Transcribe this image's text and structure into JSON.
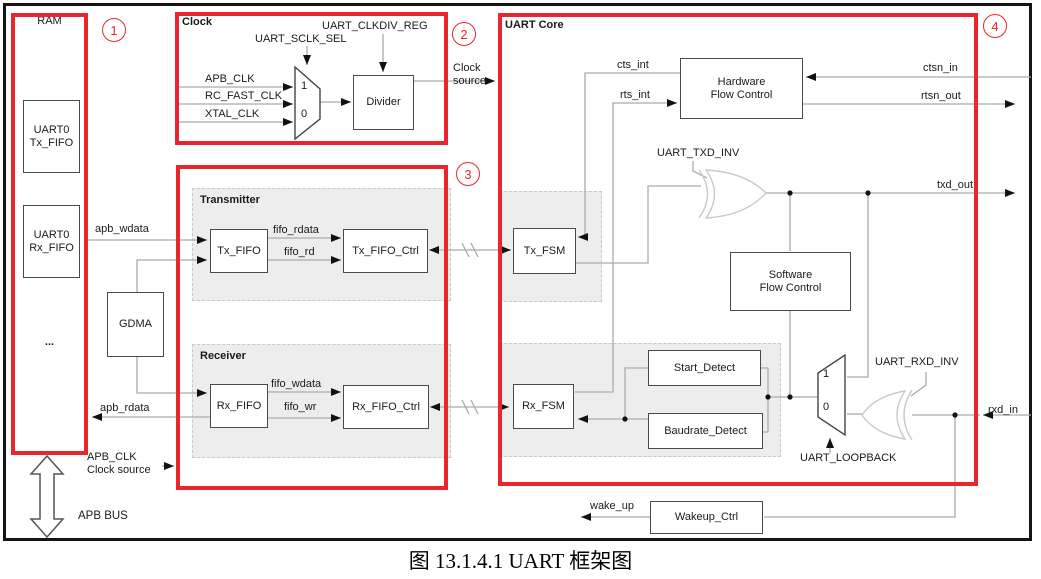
{
  "caption": "图 13.1.4.1 UART 框架图",
  "markers": {
    "m1": "1",
    "m2": "2",
    "m3": "3",
    "m4": "4"
  },
  "colors": {
    "frame_red": "#e8262c",
    "wire": "#ababab",
    "region": "#ededed",
    "ink": "#1a1a1a"
  },
  "ram": {
    "title": "RAM",
    "fifo_tx": {
      "l1": "UART0",
      "l2": "Tx_FIFO"
    },
    "fifo_rx": {
      "l1": "UART0",
      "l2": "Rx_FIFO"
    },
    "ellipsis": "...",
    "bus_label": "APB BUS"
  },
  "clock": {
    "title": "Clock",
    "clkdiv_reg": "UART_CLKDIV_REG",
    "sclk_sel": "UART_SCLK_SEL",
    "inputs": [
      "APB_CLK",
      "RC_FAST_CLK",
      "XTAL_CLK"
    ],
    "mux": {
      "one": "1",
      "zero": "0"
    },
    "divider": "Divider",
    "output": {
      "l1": "Clock",
      "l2": "source"
    }
  },
  "bus": {
    "apb_wdata": "apb_wdata",
    "apb_rdata": "apb_rdata",
    "apb_clk": {
      "l1": "APB_CLK",
      "l2": "Clock source"
    }
  },
  "gdma": "GDMA",
  "transmitter": {
    "title": "Transmitter",
    "tx_fifo": "Tx_FIFO",
    "fifo_rdata": "fifo_rdata",
    "fifo_rd": "fifo_rd",
    "tx_fifo_ctrl": "Tx_FIFO_Ctrl"
  },
  "receiver": {
    "title": "Receiver",
    "rx_fifo": "Rx_FIFO",
    "fifo_wdata": "fifo_wdata",
    "fifo_wr": "fifo_wr",
    "rx_fifo_ctrl": "Rx_FIFO_Ctrl"
  },
  "uart_core": {
    "title": "UART Core",
    "cts_int": "cts_int",
    "rts_int": "rts_int",
    "hfc": {
      "l1": "Hardware",
      "l2": "Flow Control"
    },
    "ctsn_in": "ctsn_in",
    "rtsn_out": "rtsn_out",
    "txd_inv": "UART_TXD_INV",
    "txd_out": "txd_out",
    "tx_fsm": "Tx_FSM",
    "sfc": {
      "l1": "Software",
      "l2": "Flow Control"
    },
    "rx_fsm": "Rx_FSM",
    "start_detect": "Start_Detect",
    "baudrate_detect": "Baudrate_Detect",
    "mux": {
      "one": "1",
      "zero": "0"
    },
    "rxd_inv": "UART_RXD_INV",
    "rxd_in": "rxd_in",
    "loopback": "UART_LOOPBACK",
    "wake_up": "wake_up",
    "wakeup_ctrl": "Wakeup_Ctrl"
  }
}
